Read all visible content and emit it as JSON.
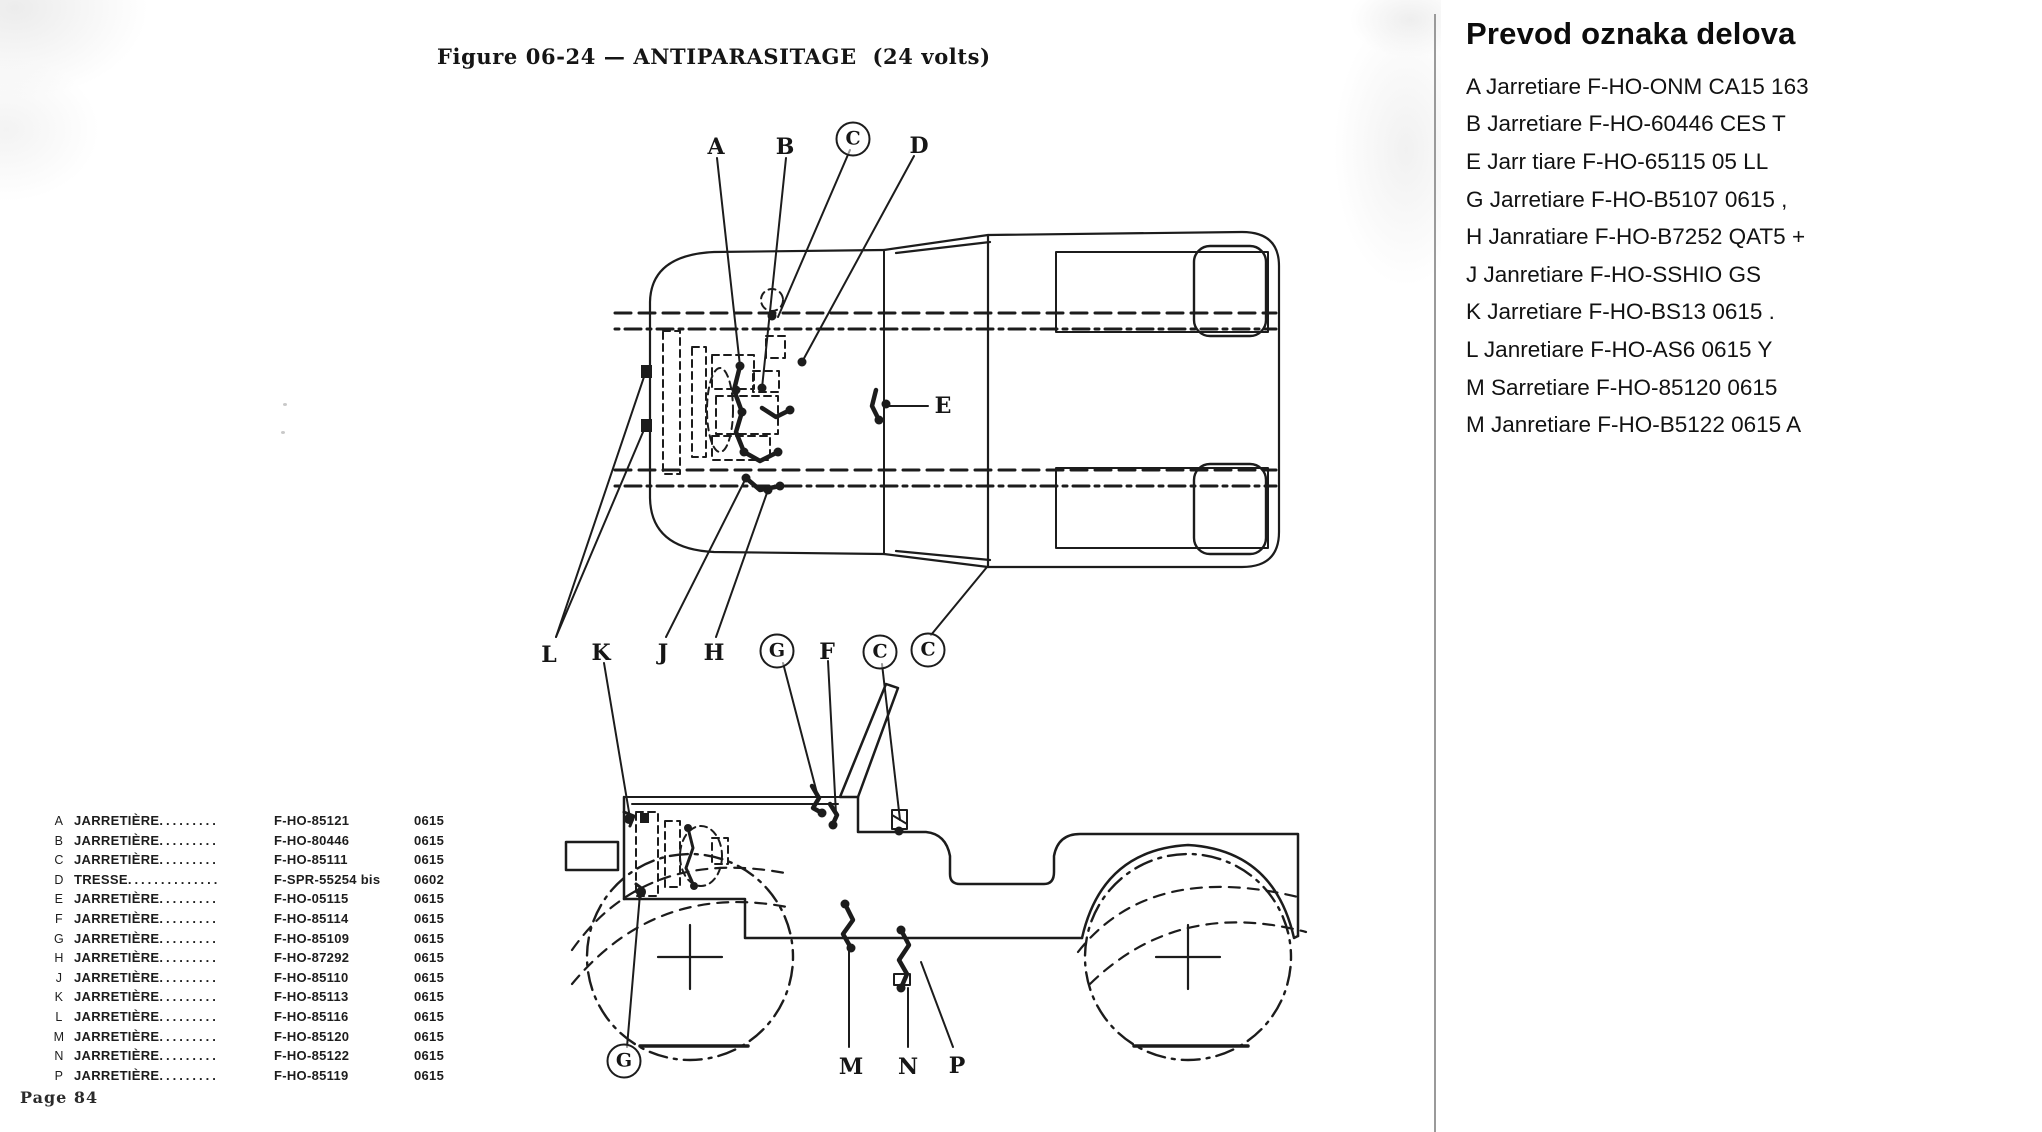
{
  "doc": {
    "figure_title": "Figure 06-24 — ANTIPARASITAGE  (24 volts)",
    "page_label": "Page 84"
  },
  "parts_table": {
    "rows": [
      {
        "ref": "A",
        "name": "JARRETIÈRE",
        "dots": ".........",
        "part": "F-HO-85121",
        "code": "0615"
      },
      {
        "ref": "B",
        "name": "JARRETIÈRE",
        "dots": ".........",
        "part": "F-HO-80446",
        "code": "0615"
      },
      {
        "ref": "C",
        "name": "JARRETIÈRE",
        "dots": ".........",
        "part": "F-HO-85111",
        "code": "0615"
      },
      {
        "ref": "D",
        "name": "TRESSE",
        "dots": "..............",
        "part": "F-SPR-55254 bis",
        "code": "0602"
      },
      {
        "ref": "E",
        "name": "JARRETIÈRE",
        "dots": ".........",
        "part": "F-HO-05115",
        "code": "0615"
      },
      {
        "ref": "F",
        "name": "JARRETIÈRE",
        "dots": ".........",
        "part": "F-HO-85114",
        "code": "0615"
      },
      {
        "ref": "G",
        "name": "JARRETIÈRE",
        "dots": ".........",
        "part": "F-HO-85109",
        "code": "0615"
      },
      {
        "ref": "H",
        "name": "JARRETIÈRE",
        "dots": ".........",
        "part": "F-HO-87292",
        "code": "0615"
      },
      {
        "ref": "J",
        "name": "JARRETIÈRE",
        "dots": ".........",
        "part": "F-HO-85110",
        "code": "0615"
      },
      {
        "ref": "K",
        "name": "JARRETIÈRE",
        "dots": ".........",
        "part": "F-HO-85113",
        "code": "0615"
      },
      {
        "ref": "L",
        "name": "JARRETIÈRE",
        "dots": ".........",
        "part": "F-HO-85116",
        "code": "0615"
      },
      {
        "ref": "M",
        "name": "JARRETIÈRE",
        "dots": ".........",
        "part": "F-HO-85120",
        "code": "0615"
      },
      {
        "ref": "N",
        "name": "JARRETIÈRE",
        "dots": ".........",
        "part": "F-HO-85122",
        "code": "0615"
      },
      {
        "ref": "P",
        "name": "JARRETIÈRE",
        "dots": ".........",
        "part": "F-HO-85119",
        "code": "0615"
      }
    ]
  },
  "callouts": {
    "top_a": "A",
    "top_b": "B",
    "top_c": "C",
    "top_d": "D",
    "e": "E",
    "mid_l": "L",
    "mid_k": "K",
    "mid_j": "J",
    "mid_h": "H",
    "mid_g": "G",
    "mid_f": "F",
    "mid_c1": "C",
    "mid_c2": "C",
    "bottom_g": "G",
    "bottom_m": "M",
    "bottom_n": "N",
    "bottom_p": "P"
  },
  "side_panel": {
    "heading": "Prevod oznaka delova",
    "items": [
      "A Jarretiare F-HO-ONM CA15 163",
      "B Jarretiare F-HO-60446 CES T",
      "E Jarr tiare F-HO-65115 05 LL",
      "G Jarretiare F-HO-B5107 0615 ,",
      "H Janratiare F-HO-B7252 QAT5 +",
      "J Janretiare F-HO-SSHIO GS",
      "K Jarretiare F-HO-BS13 0615 .",
      "L Janretiare F-HO-AS6 0615 Y",
      "M Sarretiare F-HO-85120 0615",
      "M Janretiare F-HO-B5122 0615 A"
    ]
  },
  "colors": {
    "ink": "#1c1c1c",
    "divider": "#9a9a9a"
  }
}
